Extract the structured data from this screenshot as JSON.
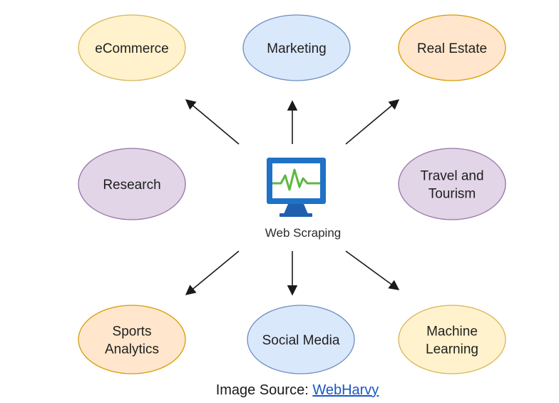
{
  "diagram": {
    "center": {
      "label": "Web Scraping",
      "icon": "monitor-heartbeat-icon",
      "colors": {
        "monitor": "#1f72c6",
        "screen": "#ffffff",
        "pulse": "#5db843",
        "stand": "#1f5fae"
      }
    },
    "nodes": [
      {
        "id": "ecommerce",
        "lines": [
          "eCommerce"
        ],
        "fill": "#fff2cc",
        "stroke": "#d6b656"
      },
      {
        "id": "marketing",
        "lines": [
          "Marketing"
        ],
        "fill": "#dae8fc",
        "stroke": "#6c8ebf"
      },
      {
        "id": "real-estate",
        "lines": [
          "Real Estate"
        ],
        "fill": "#ffe6cc",
        "stroke": "#d79b00"
      },
      {
        "id": "research",
        "lines": [
          "Research"
        ],
        "fill": "#e1d5e7",
        "stroke": "#9673a6"
      },
      {
        "id": "travel-tourism",
        "lines": [
          "Travel and",
          "Tourism"
        ],
        "fill": "#e1d5e7",
        "stroke": "#9673a6"
      },
      {
        "id": "sports-analytics",
        "lines": [
          "Sports",
          "Analytics"
        ],
        "fill": "#ffe6cc",
        "stroke": "#d79b00"
      },
      {
        "id": "social-media",
        "lines": [
          "Social Media"
        ],
        "fill": "#dae8fc",
        "stroke": "#6c8ebf"
      },
      {
        "id": "machine-learning",
        "lines": [
          "Machine",
          "Learning"
        ],
        "fill": "#fff2cc",
        "stroke": "#d6b656"
      }
    ],
    "arrow_color": "#1a1a1a"
  },
  "caption": {
    "prefix": "Image Source: ",
    "link_text": "WebHarvy",
    "link_color": "#1a57c5"
  }
}
